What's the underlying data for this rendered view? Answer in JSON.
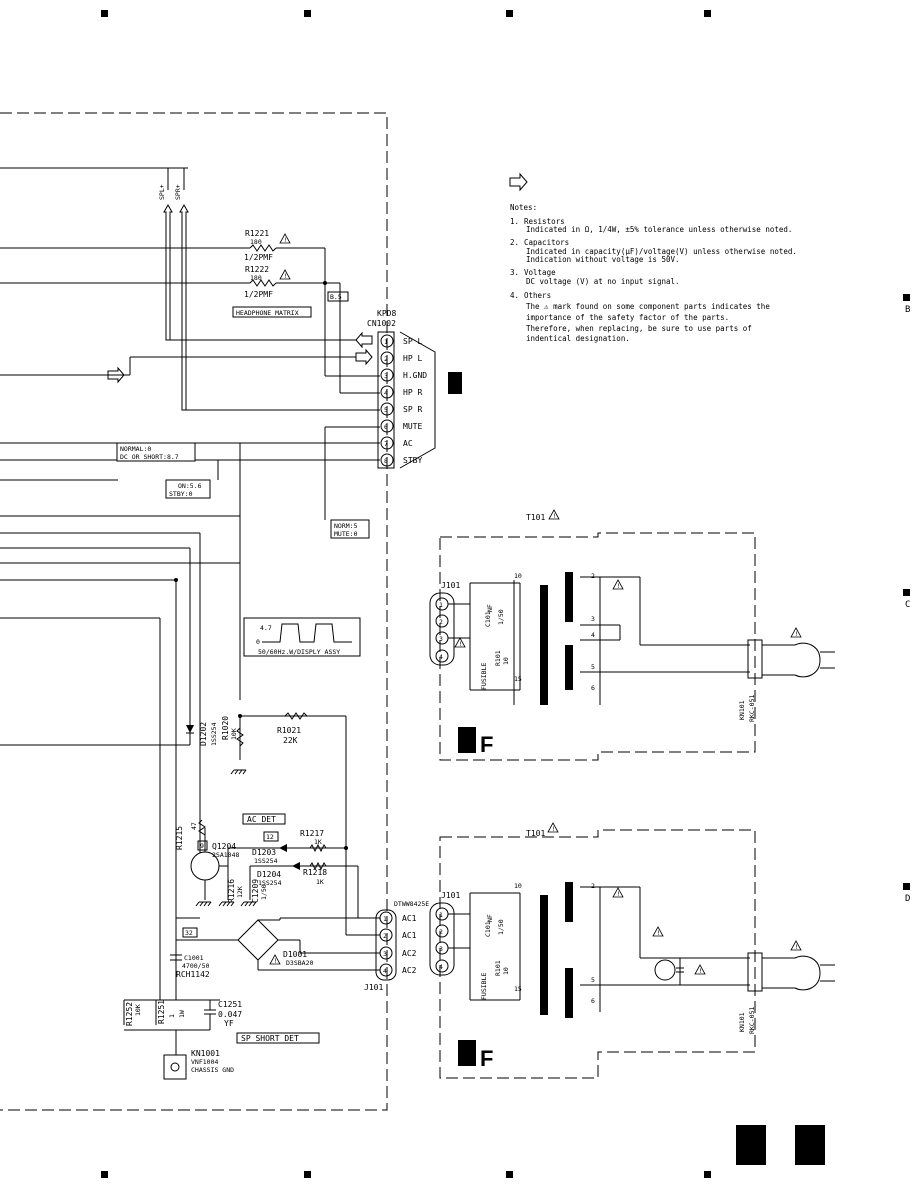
{
  "notes": {
    "header": "Notes:",
    "items": [
      {
        "n": "1.",
        "title": "Resistors",
        "lines": [
          "Indicated in Ω, 1/4W, ±5% tolerance unless otherwise noted."
        ]
      },
      {
        "n": "2.",
        "title": "Capacitors",
        "lines": [
          "Indicated in capacity(µF)/voltage(V) unless otherwise noted.",
          "Indication without voltage is 50V."
        ]
      },
      {
        "n": "3.",
        "title": "Voltage",
        "lines": [
          "DC voltage (V) at no input signal."
        ]
      },
      {
        "n": "4.",
        "title": "Others",
        "lines": [
          "The ⚠ mark found on some component parts indicates the",
          "importance of the safety factor of the parts.",
          "Therefore, when replacing, be sure to use parts of",
          "indentical designation."
        ]
      }
    ]
  },
  "connector": {
    "name": "KPD8",
    "ref": "CN1002",
    "pins": [
      {
        "num": "1",
        "label": "SP L"
      },
      {
        "num": "2",
        "label": "HP L"
      },
      {
        "num": "3",
        "label": "H.GND"
      },
      {
        "num": "4",
        "label": "HP R"
      },
      {
        "num": "5",
        "label": "SP R"
      },
      {
        "num": "6",
        "label": "MUTE"
      },
      {
        "num": "7",
        "label": "AC"
      },
      {
        "num": "8",
        "label": "STBY"
      }
    ]
  },
  "signals": {
    "spl": "SPL+",
    "spr": "SPR+"
  },
  "components": {
    "r1221": {
      "ref": "R1221",
      "value": "180",
      "rating": "1/2PMF"
    },
    "r1222": {
      "ref": "R1222",
      "value": "180",
      "rating": "1/2PMF"
    },
    "test_point_b5": "B.5",
    "headphone_matrix": "HEADPHONE MATRIX",
    "normal_box": [
      "NORMAL:0",
      "DC OR SHORT:8.7"
    ],
    "on_box": [
      "ON:5.6",
      "STBY:0"
    ],
    "norm_box": [
      "NORM:5",
      "MUTE:0"
    ],
    "waveform": {
      "peak": "4.7",
      "zero": "0",
      "caption": "50/60Hz.W/DISPLY ASSY"
    },
    "d1202": {
      "ref": "D1202",
      "part": "1SS254"
    },
    "r1020": {
      "ref": "R1020",
      "value": "10K"
    },
    "r1021": {
      "ref": "R1021",
      "value": "22K"
    },
    "r1215": {
      "ref": "R1215",
      "value": "47"
    },
    "ac_det": "AC DET",
    "tp12": "12",
    "d1203": {
      "ref": "D1203",
      "part": "1SS254"
    },
    "r1217": {
      "ref": "R1217",
      "value": "1K"
    },
    "q1204": {
      "ref": "Q1204",
      "part": "2SA1048",
      "pin": "9"
    },
    "d1204": {
      "ref": "D1204",
      "part": "1SS254"
    },
    "r1218": {
      "ref": "R1218",
      "value": "1K"
    },
    "r1216": {
      "ref": "R1216",
      "value": "12K"
    },
    "c1209": {
      "ref": "C1209",
      "value": "1/50"
    },
    "tp32": "32",
    "c1001": {
      "ref": "C1001",
      "value": "4700/50",
      "part": "RCH1142"
    },
    "d1001": {
      "ref": "D1001",
      "part": "D3SBA20"
    },
    "r1252": {
      "ref": "R1252",
      "value": "10K"
    },
    "r1251": {
      "ref": "R1251",
      "value": "1",
      "rating": "1W"
    },
    "c1251": {
      "ref": "C1251",
      "value": "0.047",
      "type": "YF"
    },
    "sp_short_det": "SP SHORT DET",
    "kn1001": {
      "ref": "KN1001",
      "part": "VNF1004",
      "desc": "CHASSIS GND"
    },
    "j101_conn": {
      "part": "DTWW8425E",
      "ref": "J101",
      "pins": [
        "AC1",
        "AC1",
        "AC2",
        "AC2"
      ]
    }
  },
  "transformer_top": {
    "ref": "T101",
    "j101": "J101",
    "c101": {
      "ref": "C101",
      "type": "NF",
      "value": "1/50"
    },
    "fusible": "FUSIBLE",
    "r101": {
      "ref": "R101",
      "value": "10"
    },
    "pins": [
      "10",
      "15",
      "2",
      "3",
      "4",
      "5",
      "6"
    ],
    "kn101": {
      "ref": "KN101",
      "part": "RKC-051"
    },
    "board": "F"
  },
  "transformer_bottom": {
    "ref": "T101",
    "j101": "J101",
    "c101": {
      "ref": "C101",
      "type": "NF",
      "value": "1/50"
    },
    "fusible": "FUSIBLE",
    "r101": {
      "ref": "R101",
      "value": "10"
    },
    "pins": [
      "10",
      "15",
      "2",
      "5",
      "6"
    ],
    "kn101": {
      "ref": "KN101",
      "part": "RKC-051"
    },
    "board": "F"
  },
  "edge_letters": {
    "right": [
      "B",
      "C",
      "D"
    ]
  }
}
